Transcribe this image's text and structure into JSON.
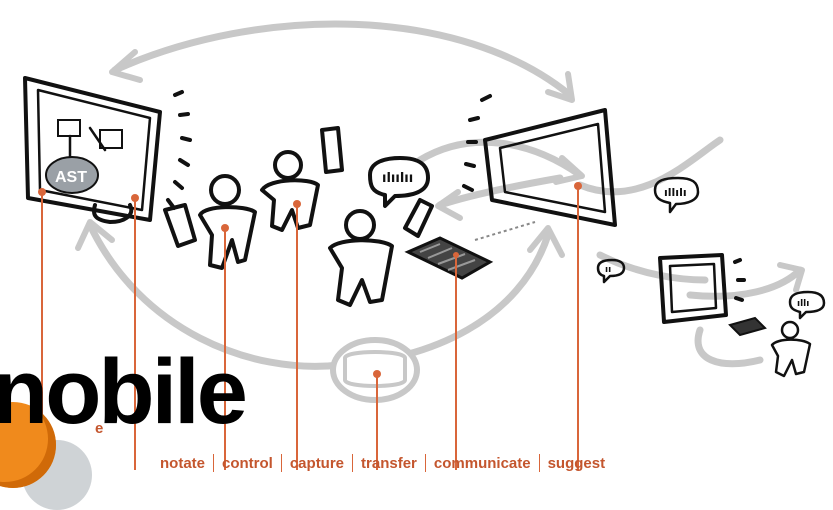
{
  "labels": {
    "fragment": "e",
    "annotate": "notate",
    "control": "control",
    "capture": "capture",
    "transfer": "transfer",
    "communicate": "communicate",
    "suggest": "suggest"
  },
  "speech_bubbles": {
    "left": "ılıılıı",
    "right_top": "ıllılı",
    "right_small": "ıı",
    "right_bottom": "ıllı"
  },
  "screen_text": "AST",
  "overlay_title": "nobile",
  "colors": {
    "accent_orange": "#d9663a",
    "label_orange": "#c4562e",
    "arrow_gray": "#c8c8c8",
    "badge_orange": "#f08a1c",
    "badge_gray": "#cfd3d6"
  }
}
